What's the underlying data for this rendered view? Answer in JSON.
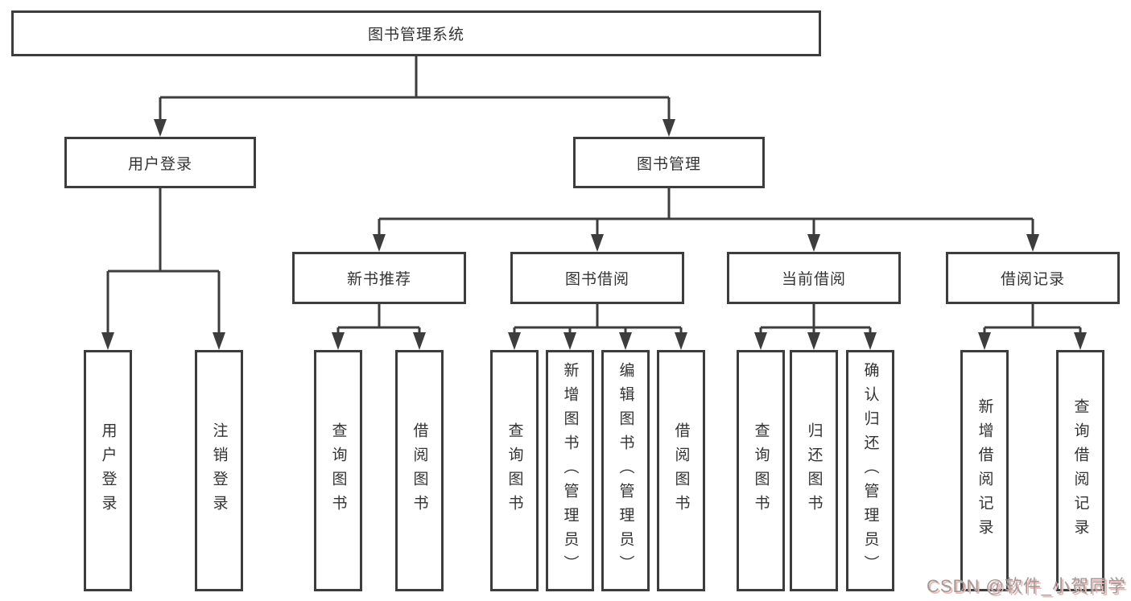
{
  "watermark": "CSDN @软件_小贺同学",
  "colors": {
    "line": "#3d3d3d",
    "text": "#333333",
    "background": "#ffffff",
    "watermark_gray": "#9c9c9c",
    "watermark_shadow_pink": "#f0b6b0"
  },
  "tree": {
    "root": {
      "label": "图书管理系统"
    },
    "level2": [
      {
        "label": "用户登录",
        "children": [
          "用户登录",
          "注销登录"
        ]
      },
      {
        "label": "图书管理"
      }
    ],
    "level3": [
      {
        "label": "新书推荐",
        "children": [
          "查询图书",
          "借阅图书"
        ]
      },
      {
        "label": "图书借阅",
        "children": [
          "查询图书",
          "新增图书（管理员）",
          "编辑图书（管理员）",
          "借阅图书"
        ]
      },
      {
        "label": "当前借阅",
        "children": [
          "查询图书",
          "归还图书",
          "确认归还（管理员）"
        ]
      },
      {
        "label": "借阅记录",
        "children": [
          "新增借阅记录",
          "查询借阅记录"
        ]
      }
    ]
  }
}
